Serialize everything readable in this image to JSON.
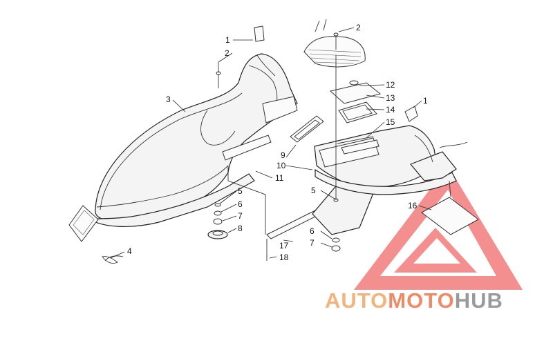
{
  "callouts": {
    "c1a": "1",
    "c2a": "2",
    "c3": "3",
    "c4": "4",
    "c5a": "5",
    "c6a": "6",
    "c7a": "7",
    "c8": "8",
    "c9": "9",
    "c10": "10",
    "c11": "11",
    "c2b": "2",
    "c12": "12",
    "c13": "13",
    "c14": "14",
    "c15": "15",
    "c1b": "1",
    "c5b": "5",
    "c6b": "6",
    "c7b": "7",
    "c16": "16",
    "c17": "17",
    "c18": "18"
  },
  "watermark": {
    "part1": "AUTO",
    "part2": "MOTO",
    "part3": "HUB",
    "colors": {
      "auto": "#f2b37c",
      "moto": "#ee8a66",
      "hub": "#9a9a9a",
      "logo": "#ef6a6a"
    }
  }
}
